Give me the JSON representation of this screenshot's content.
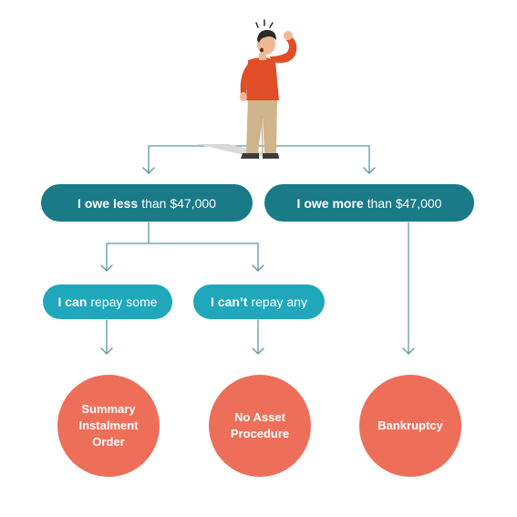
{
  "nodes": {
    "less": {
      "bold": "I owe less",
      "rest": "than $47,000"
    },
    "more": {
      "bold": "I owe more",
      "rest": "than $47,000"
    },
    "can": {
      "bold": "I can",
      "rest": "repay some"
    },
    "cant": {
      "bold": "I can’t",
      "rest": "repay any"
    }
  },
  "outcomes": {
    "summary": [
      "Summary",
      "Instalment",
      "Order"
    ],
    "no_asset": [
      "No Asset",
      "Procedure"
    ],
    "bankruptcy": [
      "Bankruptcy"
    ]
  },
  "colors": {
    "dark_pill": "#1a7a87",
    "light_pill": "#1fa8bb",
    "outcome_circle": "#ee6f59",
    "connector": "#5f97a1"
  }
}
